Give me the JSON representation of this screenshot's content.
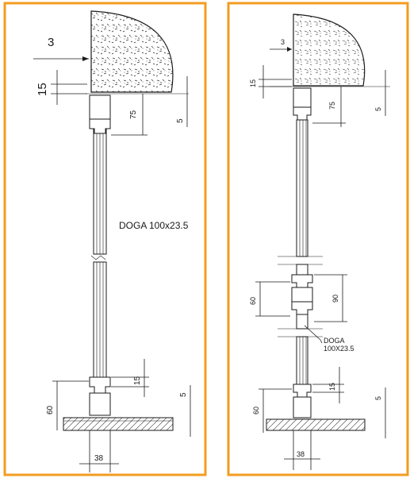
{
  "frame_color": "#f39c1f",
  "left": {
    "dims": {
      "gap_top": "3",
      "sill_15": "15",
      "d75": "75",
      "d5_top": "5",
      "d15_bot": "15",
      "d60": "60",
      "d5_bot": "5",
      "d38": "38"
    },
    "label": "DOGA 100x23.5"
  },
  "right": {
    "dims": {
      "gap_top": "3",
      "sill_15": "15",
      "d75": "75",
      "d5_top": "5",
      "d60_mid": "60",
      "d90": "90",
      "d15_bot": "15",
      "d5_bot": "5",
      "d60_bot": "60",
      "d38": "38"
    },
    "label_line1": "DOGA",
    "label_line2": "100X23.5"
  }
}
